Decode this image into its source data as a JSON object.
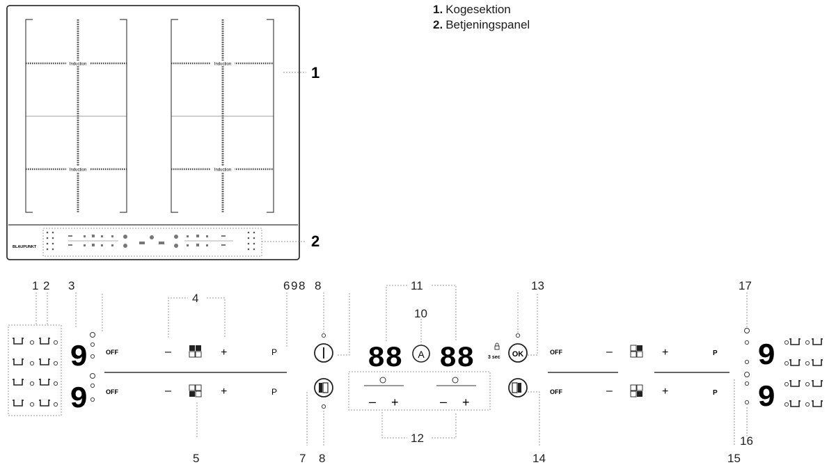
{
  "legend": [
    {
      "num": "1.",
      "label": "Kogesektion"
    },
    {
      "num": "2.",
      "label": "Betjeningspanel"
    }
  ],
  "top_figure": {
    "zone_label": "Induction",
    "brand": "BLAUPUNKT",
    "callouts": [
      "1",
      "2"
    ]
  },
  "panel": {
    "callout_numbers": {
      "n1": "1",
      "n2": "2",
      "n3": "3",
      "n4": "4",
      "n5": "5",
      "n6": "6",
      "n9": "9",
      "n8a": "8",
      "n8b": "8",
      "n8c": "8",
      "n7": "7",
      "n10": "10",
      "n11": "11",
      "n12": "12",
      "n13": "13",
      "n14": "14",
      "n15": "15",
      "n16": "16",
      "n17": "17"
    },
    "off_label": "OFF",
    "p_label": "P",
    "plus": "+",
    "minus": "–",
    "digit9": "9",
    "digits88": "88",
    "auto_label": "A",
    "ok_label": "OK",
    "lock_time": "3 sec"
  }
}
